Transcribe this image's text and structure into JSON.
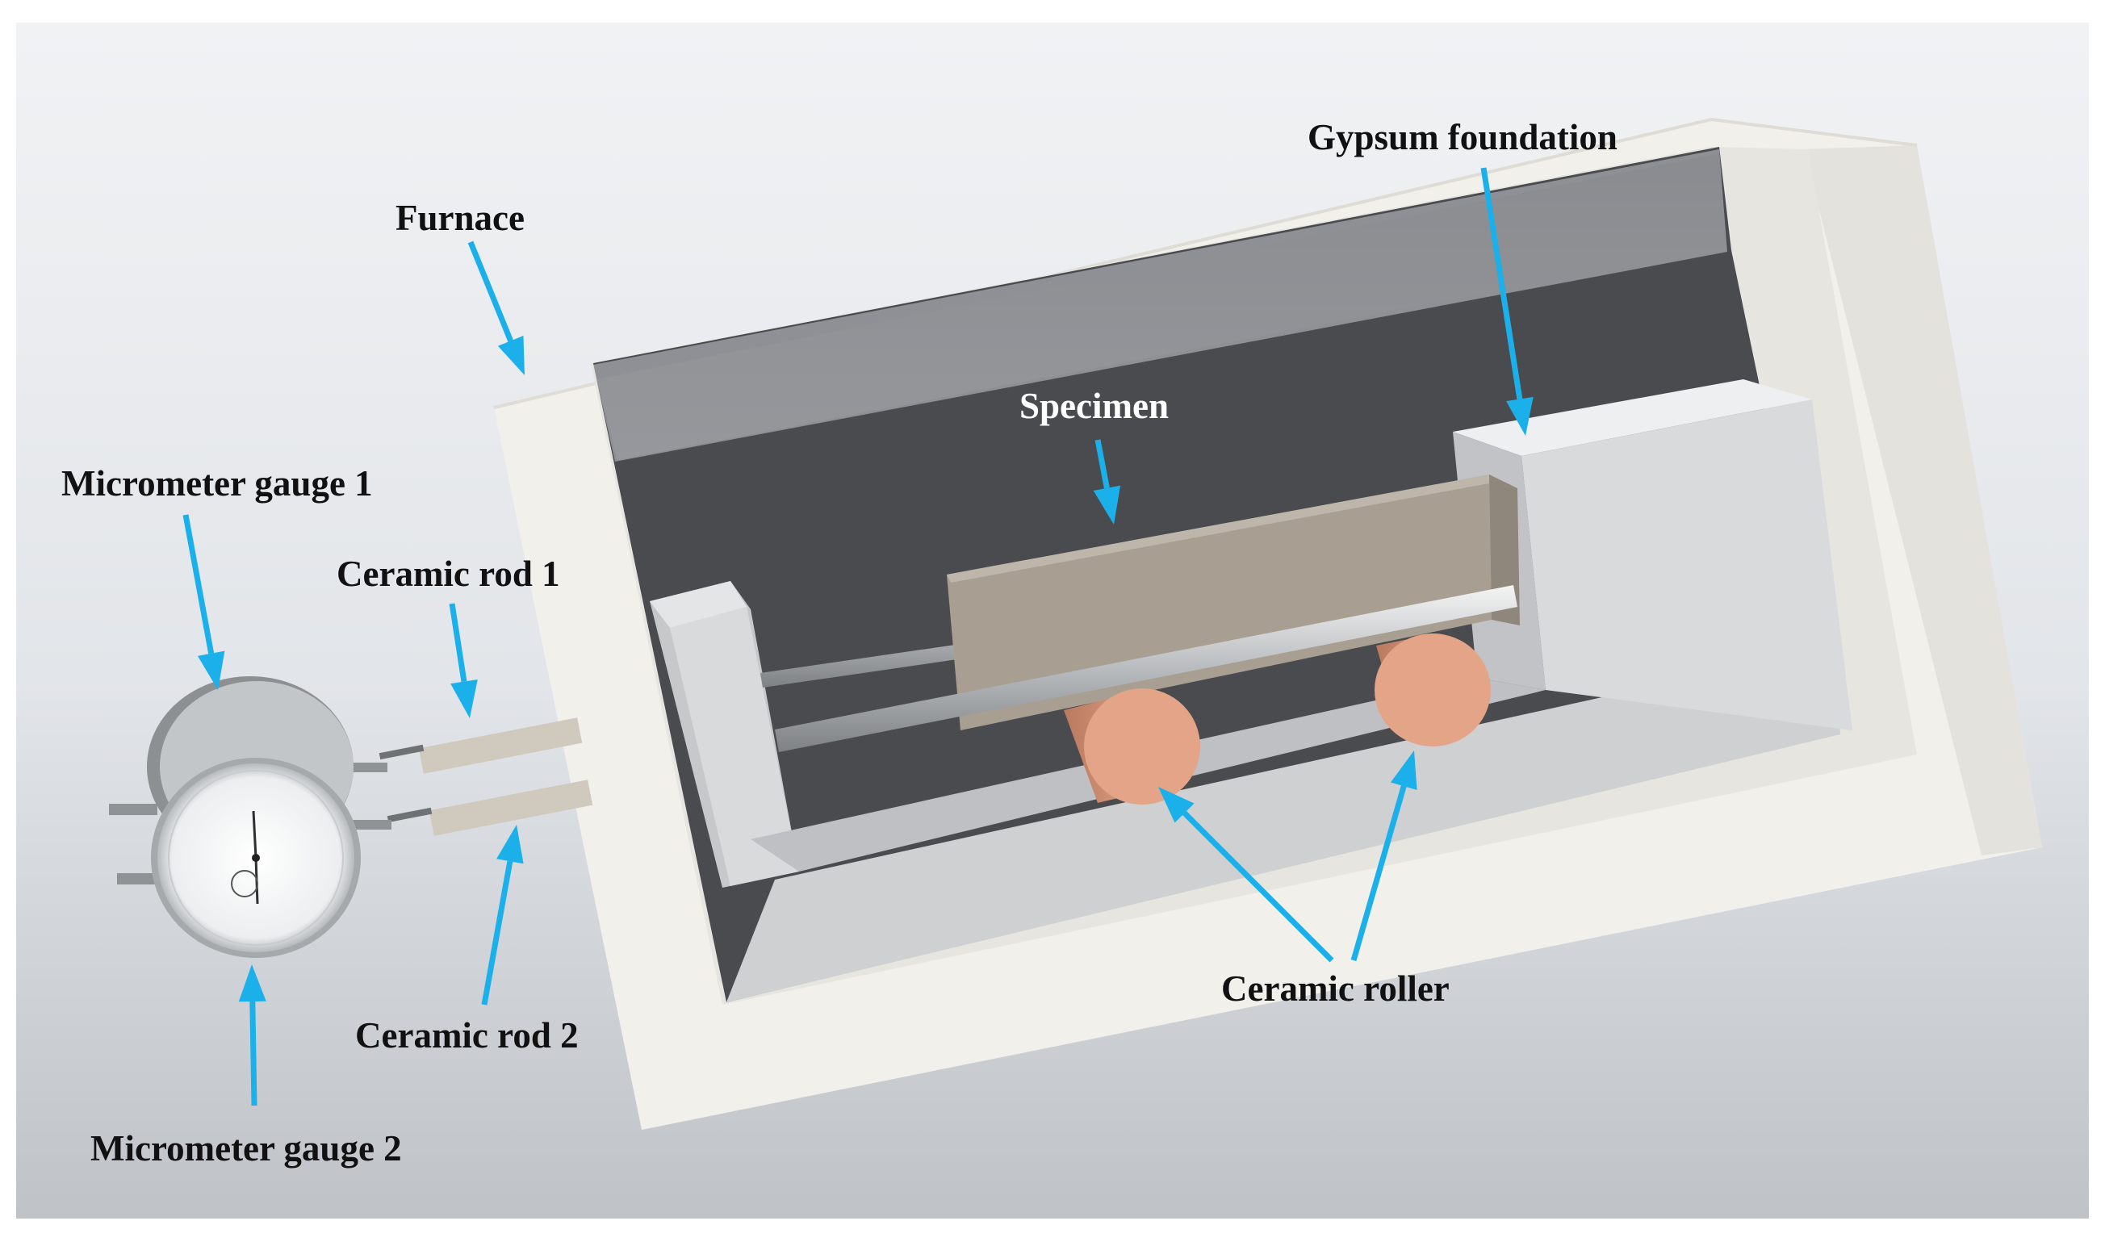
{
  "labels": {
    "furnace": "Furnace",
    "gypsum_foundation": "Gypsum foundation",
    "specimen": "Specimen",
    "micrometer_gauge_1": "Micrometer gauge 1",
    "ceramic_rod_1": "Ceramic rod 1",
    "ceramic_rod_2": "Ceramic rod 2",
    "micrometer_gauge_2": "Micrometer gauge 2",
    "ceramic_roller": "Ceramic roller"
  },
  "colors": {
    "arrow": "#1bb0ea",
    "label_text": "#111111",
    "specimen_label_text": "#ffffff",
    "furnace_body": "#f1f0eb",
    "furnace_cavity": "#4a4b4e",
    "gypsum_foundation": "#d9dadc",
    "specimen": "#a89f92",
    "ceramic_roller": "#e3a487",
    "ceramic_rod": "#d0c9bd"
  }
}
